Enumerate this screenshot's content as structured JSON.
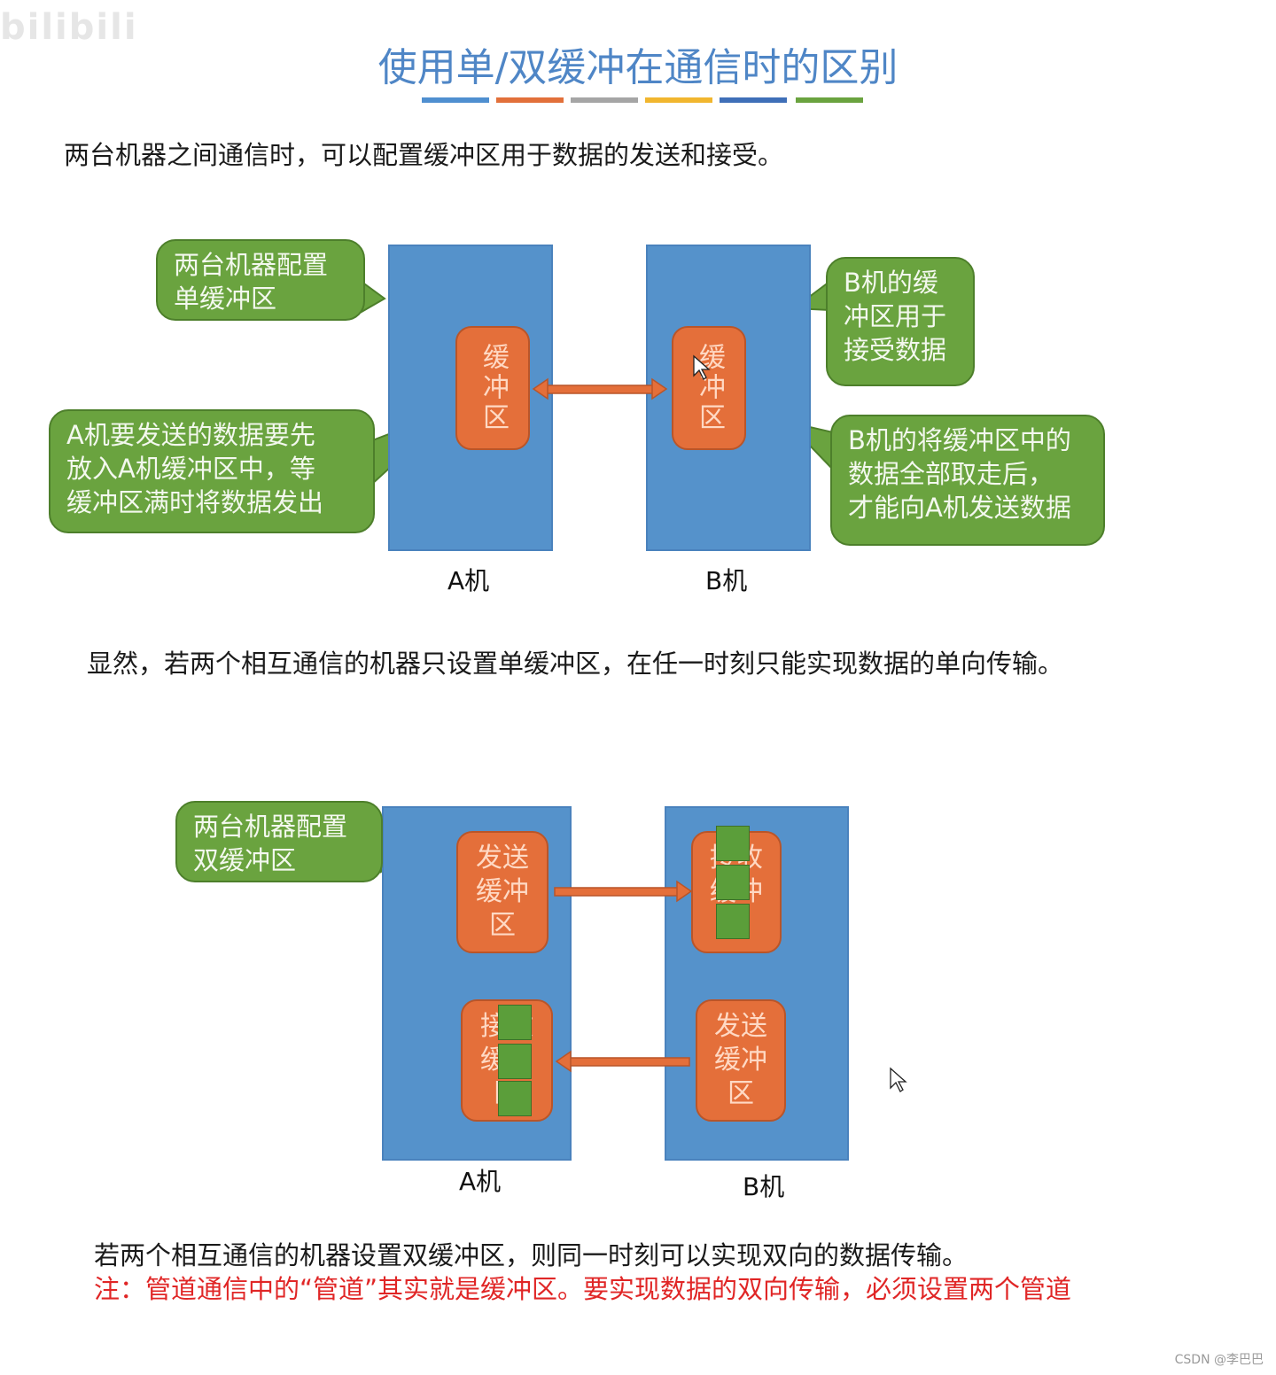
{
  "watermark": "bilibili",
  "title": "使用单/双缓冲在通信时的区别",
  "colors": {
    "title": "#4f86c6",
    "stripes": [
      "#4f8fd0",
      "#e2703a",
      "#a5a5a5",
      "#f1b62e",
      "#3f6fb8",
      "#6aa33f"
    ],
    "machine": "#5592cb",
    "buffer": "#e46f3a",
    "callout": "#6aa33f",
    "note": "#e02626"
  },
  "intro": "两台机器之间通信时，可以配置缓冲区用于数据的发送和接受。",
  "single": {
    "callout_config": "两台机器配置\n单缓冲区",
    "callout_a_send": "A机要发送的数据要先\n放入A机缓冲区中，等\n缓冲区满时将数据发出",
    "callout_b_recv": "B机的缓\n冲区用于\n接受数据",
    "callout_b_take": "B机的将缓冲区中的\n数据全部取走后，\n才能向A机发送数据",
    "buffer_a": "缓冲区",
    "buffer_b": "缓冲区",
    "label_a": "A机",
    "label_b": "B机"
  },
  "conclusion_single": "显然，若两个相互通信的机器只设置单缓冲区，在任一时刻只能实现数据的单向传输。",
  "double": {
    "callout_config": "两台机器配置\n双缓冲区",
    "a_send": "发送\n缓冲\n区",
    "a_recv": "接收\n缓冲\n区",
    "b_recv": "接收\n缓冲\n区",
    "b_send": "发送\n缓冲\n区",
    "label_a": "A机",
    "label_b": "B机"
  },
  "conclusion_double": "若两个相互通信的机器设置双缓冲区，则同一时刻可以实现双向的数据传输。",
  "note": "注：管道通信中的“管道”其实就是缓冲区。要实现数据的双向传输，必须设置两个管道",
  "credit": "CSDN @李巴巴"
}
